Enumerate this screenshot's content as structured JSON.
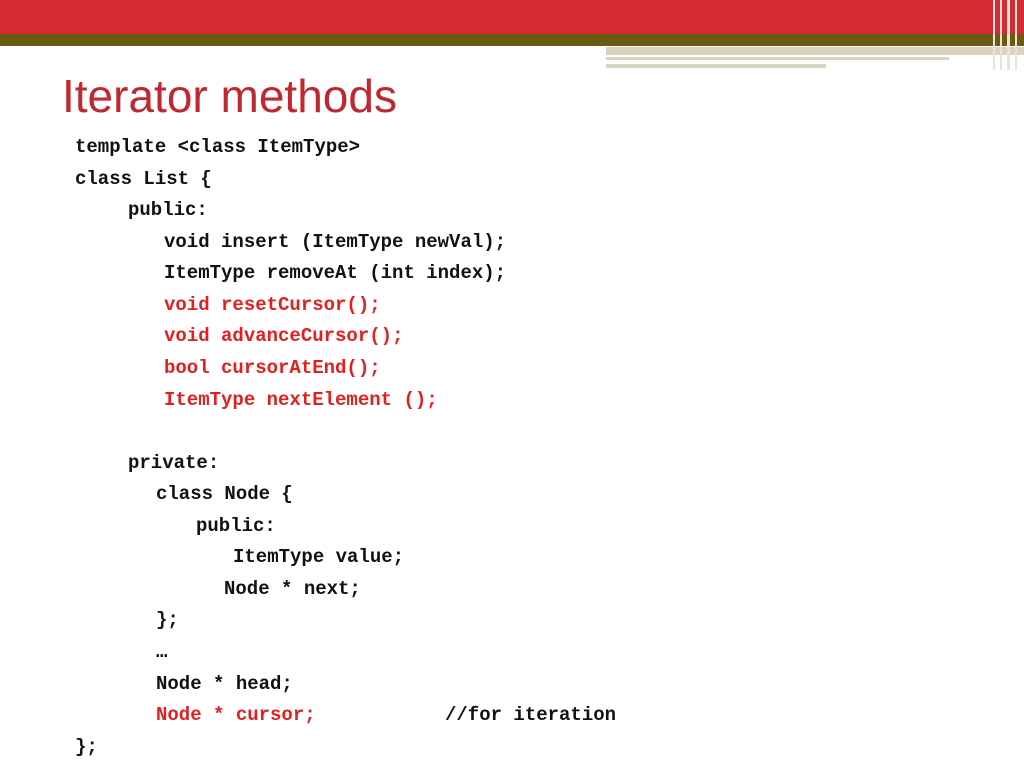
{
  "slide": {
    "title": "Iterator methods",
    "accent_color": "#c0282f",
    "highlight_color": "#e32020"
  },
  "code": {
    "lines": [
      "template <class ItemType>",
      "class List {",
      "public:",
      "void insert (ItemType newVal);",
      "ItemType removeAt (int index);",
      "void resetCursor();",
      "void advanceCursor();",
      "bool cursorAtEnd();",
      "ItemType nextElement ();",
      "private:",
      "class Node {",
      "public:",
      "ItemType value;",
      "Node * next;",
      "};",
      "…",
      "Node * head;",
      "Node * cursor;",
      "//for iteration",
      "};"
    ]
  }
}
